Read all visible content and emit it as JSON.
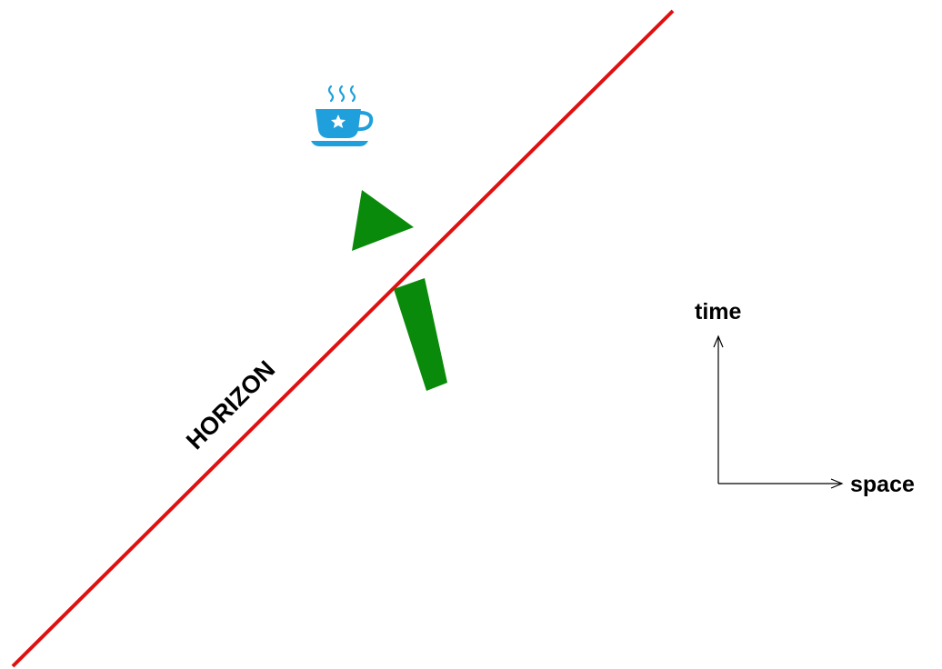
{
  "horizon": {
    "label": "HORIZON",
    "color": "#e01010"
  },
  "worldline_arrow": {
    "color": "#0a8a0a"
  },
  "object": {
    "icon": "coffee-cup-icon",
    "color": "#1fa0dc"
  },
  "axes": {
    "vertical_label": "time",
    "horizontal_label": "space",
    "color": "#000000"
  }
}
